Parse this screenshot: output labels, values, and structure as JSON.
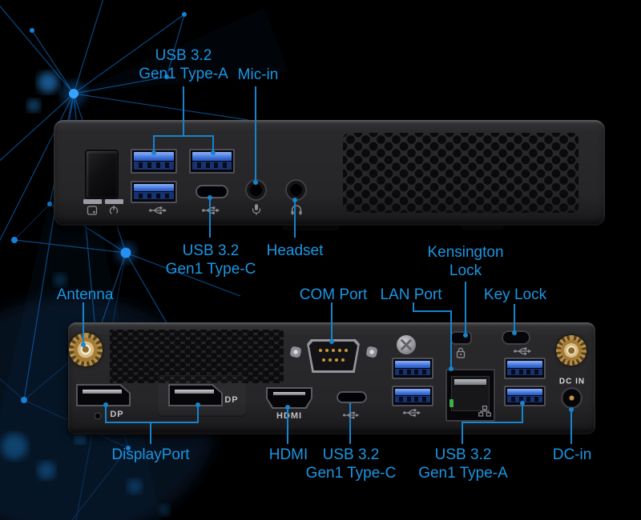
{
  "title": "Mini PC front and rear I/O port callout diagram",
  "colors": {
    "background": "#000000",
    "label_blue": "#1B96E3",
    "leader_blue": "#1684CE",
    "usb_port_blue": "#3a6cd8",
    "antenna_gold": "#b8904a",
    "device_gray": "#262628"
  },
  "front_panel": {
    "labels": {
      "usb_a_line1": "USB 3.2",
      "usb_a_line2": "Gen1 Type-A",
      "mic": "Mic-in",
      "usb_c_line1": "USB 3.2",
      "usb_c_line2": "Gen1 Type-C",
      "headset": "Headset"
    },
    "icons": [
      "hdd-indicator-icon",
      "power-indicator-icon",
      "usb-icon",
      "usb-icon",
      "mic-icon",
      "headset-icon"
    ]
  },
  "rear_panel": {
    "labels": {
      "antenna": "Antenna",
      "com": "COM Port",
      "lan": "LAN Port",
      "kensington_line1": "Kensington",
      "kensington_line2": "Lock",
      "key_lock": "Key Lock",
      "displayport": "DisplayPort",
      "hdmi": "HDMI",
      "usb_c_line1": "USB 3.2",
      "usb_c_line2": "Gen1 Type-C",
      "usb_a_line1": "USB 3.2",
      "usb_a_line2": "Gen1 Type-A",
      "dc_in": "DC-in"
    },
    "printed": {
      "dp1": "DP",
      "dp2": "DP",
      "hdmi": "HDMI",
      "dc_in": "DC IN"
    },
    "icons": [
      "kensington-lock-icon",
      "usb-icon",
      "usb-icon",
      "lan-icon"
    ]
  }
}
